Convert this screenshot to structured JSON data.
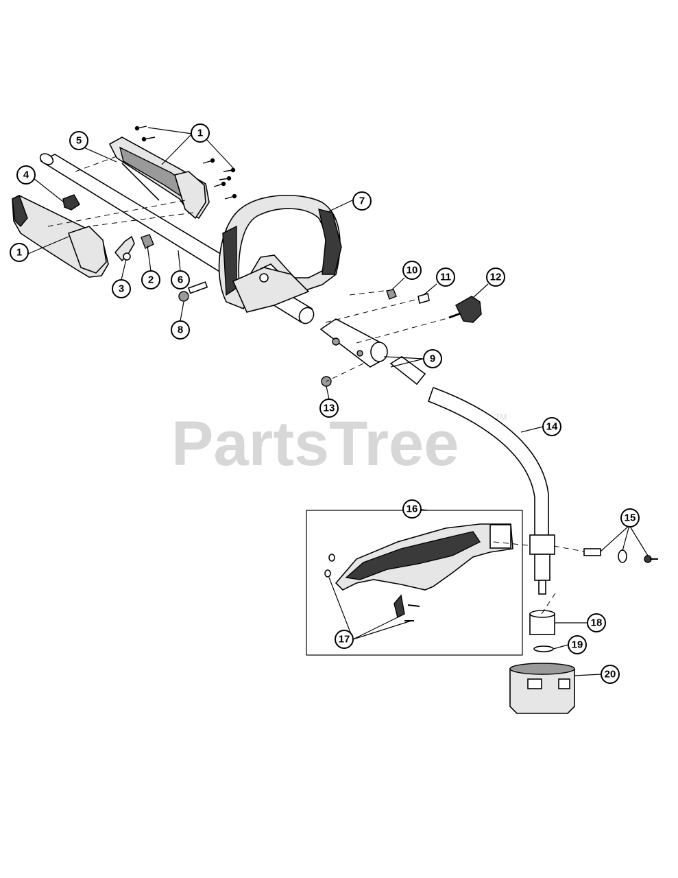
{
  "watermark": {
    "text": "PartsTree",
    "tm": "TM"
  },
  "callouts": [
    {
      "id": "c1a",
      "label": "1"
    },
    {
      "id": "c1b",
      "label": "1"
    },
    {
      "id": "c2",
      "label": "2"
    },
    {
      "id": "c3",
      "label": "3"
    },
    {
      "id": "c4",
      "label": "4"
    },
    {
      "id": "c5",
      "label": "5"
    },
    {
      "id": "c6",
      "label": "6"
    },
    {
      "id": "c7",
      "label": "7"
    },
    {
      "id": "c8",
      "label": "8"
    },
    {
      "id": "c9",
      "label": "9"
    },
    {
      "id": "c10",
      "label": "10"
    },
    {
      "id": "c11",
      "label": "11"
    },
    {
      "id": "c12",
      "label": "12"
    },
    {
      "id": "c13",
      "label": "13"
    },
    {
      "id": "c14",
      "label": "14"
    },
    {
      "id": "c15",
      "label": "15"
    },
    {
      "id": "c16",
      "label": "16"
    },
    {
      "id": "c17",
      "label": "17"
    },
    {
      "id": "c18",
      "label": "18"
    },
    {
      "id": "c19",
      "label": "19"
    },
    {
      "id": "c20",
      "label": "20"
    }
  ]
}
